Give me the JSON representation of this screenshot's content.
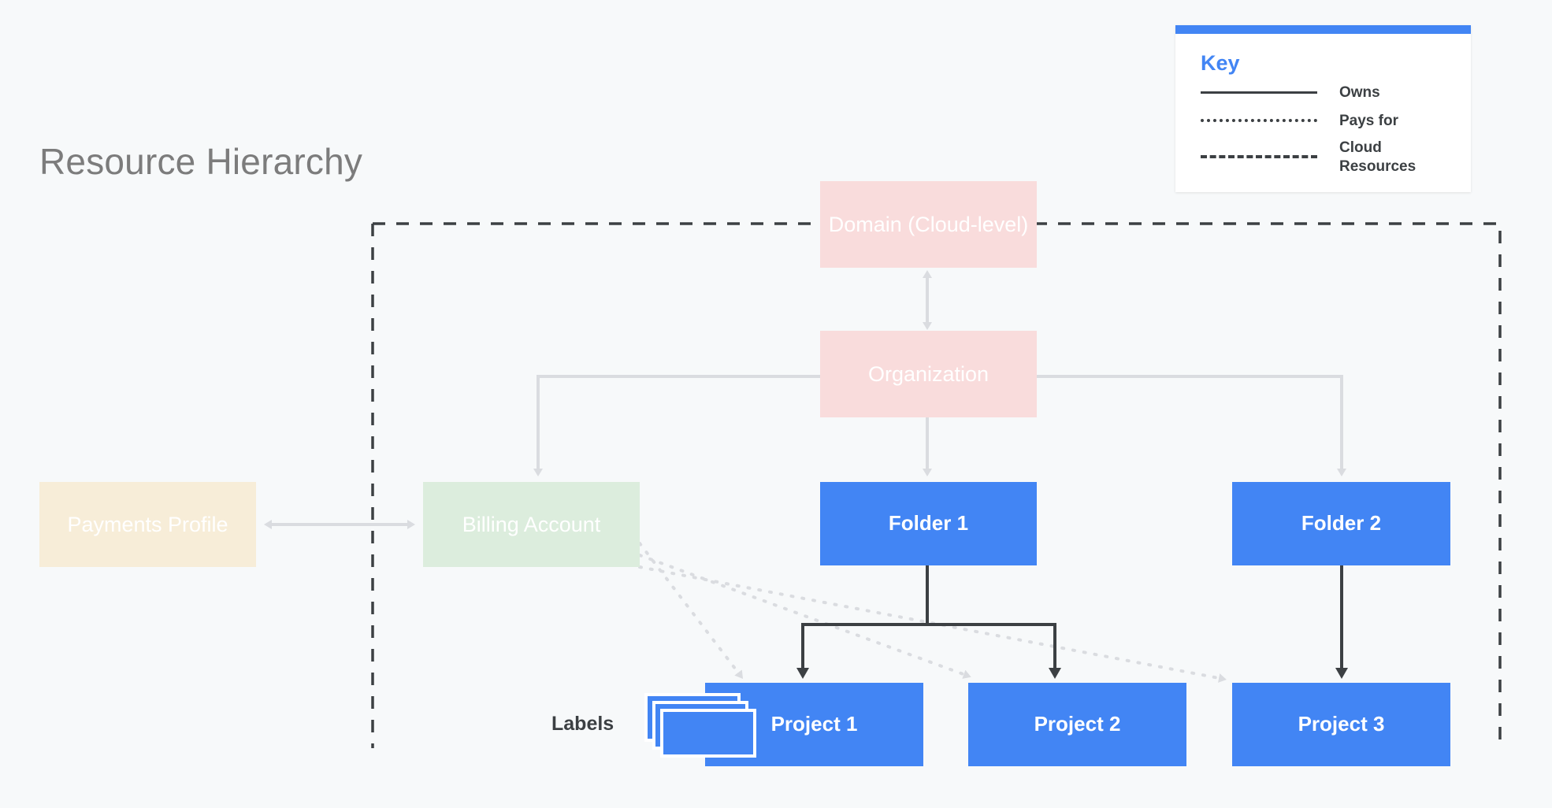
{
  "title": "Resource Hierarchy",
  "colors": {
    "background": "#F7F9FA",
    "blue": "#4285F4",
    "pink": "#F9DCDC",
    "green": "#DCEDDD",
    "cream": "#F7EDD8",
    "title_gray": "#7C7C7C",
    "edge_gray": "#DADCE0",
    "edge_dark": "#3C4043"
  },
  "legend": {
    "title": "Key",
    "items": [
      {
        "style": "solid",
        "label": "Owns"
      },
      {
        "style": "dotted",
        "label": "Pays for"
      },
      {
        "style": "dashed",
        "label": "Cloud Resources"
      }
    ]
  },
  "nodes": {
    "domain": "Domain (Cloud-level)",
    "organization": "Organization",
    "payments_profile": "Payments Profile",
    "billing_account": "Billing Account",
    "folder1": "Folder 1",
    "folder2": "Folder 2",
    "project1": "Project 1",
    "project2": "Project 2",
    "project3": "Project 3",
    "labels": "Labels"
  },
  "edges": [
    {
      "from": "domain",
      "to": "organization",
      "type": "owns-bidirectional",
      "style": "solid-gray"
    },
    {
      "from": "organization",
      "to": "billing_account",
      "type": "owns",
      "style": "solid-gray"
    },
    {
      "from": "organization",
      "to": "folder1",
      "type": "owns",
      "style": "solid-gray"
    },
    {
      "from": "organization",
      "to": "folder2",
      "type": "owns",
      "style": "solid-gray"
    },
    {
      "from": "payments_profile",
      "to": "billing_account",
      "type": "bidirectional",
      "style": "solid-gray"
    },
    {
      "from": "billing_account",
      "to": "project1",
      "type": "pays-for",
      "style": "dotted"
    },
    {
      "from": "billing_account",
      "to": "project2",
      "type": "pays-for",
      "style": "dotted"
    },
    {
      "from": "billing_account",
      "to": "project3",
      "type": "pays-for",
      "style": "dotted"
    },
    {
      "from": "folder1",
      "to": "project1",
      "type": "owns",
      "style": "solid-dark"
    },
    {
      "from": "folder1",
      "to": "project2",
      "type": "owns",
      "style": "solid-dark"
    },
    {
      "from": "folder2",
      "to": "project3",
      "type": "owns",
      "style": "solid-dark"
    },
    {
      "from": "labels",
      "to": "project1",
      "type": "attached",
      "style": "none"
    }
  ],
  "cloud_resources_boundary": {
    "style": "dashed",
    "label": "Cloud Resources"
  }
}
